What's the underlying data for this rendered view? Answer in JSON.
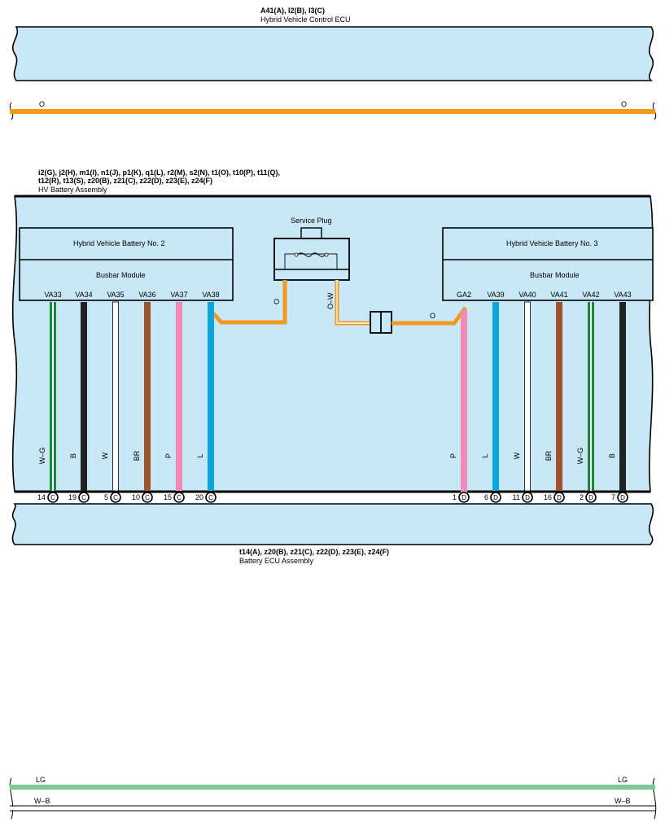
{
  "ecu": {
    "connectors": "A41(A), I2(B), I3(C)",
    "name": "Hybrid Vehicle Control ECU"
  },
  "top_wire": {
    "left_color": "O",
    "right_color": "O"
  },
  "hv_assembly": {
    "connectors_line1": "i2(G), j2(H), m1(I), n1(J), p1(K), q1(L), r2(M), s2(N), t1(O), t10(P), t11(Q),",
    "connectors_line2": "t12(R), t13(S), z20(B), z21(C), z22(D), z23(E), z24(F)",
    "name": "HV Battery Assembly"
  },
  "battery2": {
    "title": "Hybrid Vehicle Battery No.  2",
    "module": "Busbar Module"
  },
  "battery3": {
    "title": "Hybrid Vehicle Battery No.  3",
    "module": "Busbar Module"
  },
  "service_plug": {
    "label": "Service Plug",
    "wire_left": "O",
    "wire_right": "O–W",
    "wire_after_connector": "O"
  },
  "left_wires": [
    {
      "terminal": "VA33",
      "color": "W–G",
      "pin": "14",
      "conn": "C",
      "bottom": "VA33",
      "hex": "#1a8a3a",
      "stripe": "#ffffff"
    },
    {
      "terminal": "VA34",
      "color": "B",
      "pin": "19",
      "conn": "C",
      "bottom": "VA34",
      "hex": "#222222"
    },
    {
      "terminal": "VA35",
      "color": "W",
      "pin": "5",
      "conn": "C",
      "bottom": "VA35",
      "hex": "#ffffff"
    },
    {
      "terminal": "VA36",
      "color": "BR",
      "pin": "10",
      "conn": "C",
      "bottom": "VA36",
      "hex": "#a0522d"
    },
    {
      "terminal": "VA37",
      "color": "P",
      "pin": "15",
      "conn": "C",
      "bottom": "VA37",
      "hex": "#f08cb4"
    },
    {
      "terminal": "VA38",
      "color": "L",
      "pin": "20",
      "conn": "C",
      "bottom": "VA38",
      "hex": "#0aa6e0"
    }
  ],
  "right_wires": [
    {
      "terminal": "GA2",
      "color": "P",
      "pin": "1",
      "conn": "D",
      "bottom": "GA2",
      "hex": "#f08cb4"
    },
    {
      "terminal": "VA39",
      "color": "L",
      "pin": "6",
      "conn": "D",
      "bottom": "VA39",
      "hex": "#0aa6e0"
    },
    {
      "terminal": "VA40",
      "color": "W",
      "pin": "11",
      "conn": "D",
      "bottom": "VA40",
      "hex": "#ffffff"
    },
    {
      "terminal": "VA41",
      "color": "BR",
      "pin": "16",
      "conn": "D",
      "bottom": "VA41",
      "hex": "#a0522d"
    },
    {
      "terminal": "VA42",
      "color": "W–G",
      "pin": "2",
      "conn": "D",
      "bottom": "VA42",
      "hex": "#1a8a3a",
      "stripe": "#ffffff"
    },
    {
      "terminal": "VA43",
      "color": "B",
      "pin": "7",
      "conn": "D",
      "bottom": "VA43",
      "hex": "#222222"
    }
  ],
  "battery_ecu": {
    "connectors": "t14(A), z20(B), z21(C), z22(D), z23(E), z24(F)",
    "name": "Battery ECU Assembly"
  },
  "bottom_wires": [
    {
      "left": "LG",
      "right": "LG",
      "hex": "#7dc896"
    },
    {
      "left": "W–B",
      "right": "W–B",
      "hex": "#ffffff"
    }
  ],
  "colors": {
    "panel": "#c8e8f8",
    "orange": "#f39a1e",
    "outline": "#000000"
  }
}
